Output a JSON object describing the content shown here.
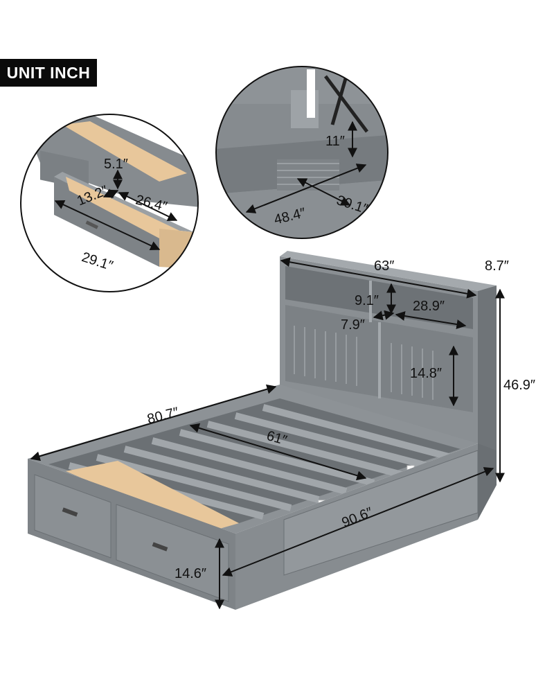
{
  "unit_label": "UNIT INCH",
  "colors": {
    "frame": "#808589",
    "frame_dark": "#5f6468",
    "frame_light": "#a3a8ac",
    "wood": "#e8c79b",
    "ink": "#111111"
  },
  "dimensions": {
    "drawer_height": "5.1″",
    "drawer_depth": "13.2″",
    "drawer_inner_length": "26.4″",
    "drawer_length": "29.1″",
    "storage_height": "11″",
    "storage_length": "48.4″",
    "storage_width": "30.1″",
    "headboard_width": "63″",
    "headboard_depth": "8.7″",
    "shelf_height": "9.1″",
    "shelf_width": "28.9″",
    "shelf_depth": "7.9″",
    "cabinet_height": "14.8″",
    "total_height": "46.9″",
    "bed_width": "80.7″",
    "slat_length": "61″",
    "bed_length": "90.6″",
    "side_height": "14.6″"
  }
}
